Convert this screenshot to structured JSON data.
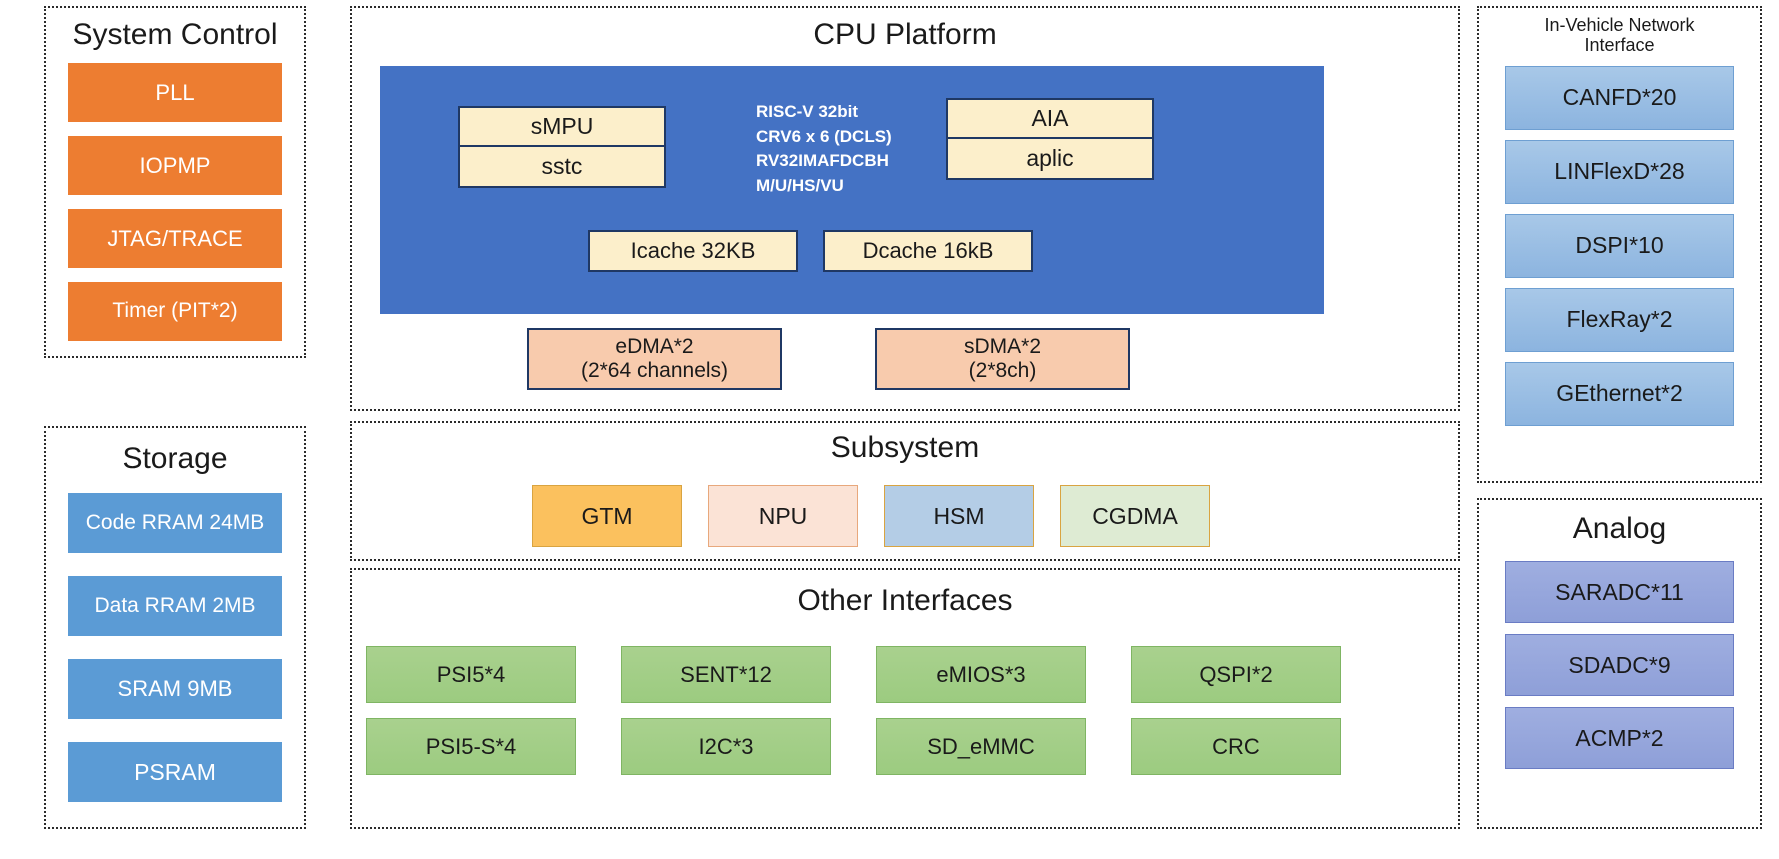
{
  "diagram": {
    "panels": {
      "system_control": {
        "title": "System Control",
        "blocks": [
          {
            "label": "PLL"
          },
          {
            "label": "IOPMP"
          },
          {
            "label": "JTAG/TRACE"
          },
          {
            "label": "Timer (PIT*2)"
          }
        ]
      },
      "storage": {
        "title": "Storage",
        "blocks": [
          {
            "label": "Code RRAM 24MB"
          },
          {
            "label": "Data RRAM 2MB"
          },
          {
            "label": "SRAM 9MB"
          },
          {
            "label": "PSRAM"
          }
        ]
      },
      "cpu_platform": {
        "title": "CPU Platform",
        "core_spec": "RISC-V 32bit\nCRV6 x 6 (DCLS)\nRV32IMAFDCBH\nM/U/HS/VU",
        "left_stack": [
          {
            "label": "sMPU"
          },
          {
            "label": "sstc"
          }
        ],
        "right_stack": [
          {
            "label": "AIA"
          },
          {
            "label": "aplic"
          }
        ],
        "caches": [
          {
            "label": "Icache 32KB"
          },
          {
            "label": "Dcache 16kB"
          }
        ],
        "dma": [
          {
            "line1": "eDMA*2",
            "line2": "(2*64 channels)"
          },
          {
            "line1": "sDMA*2",
            "line2": "(2*8ch)"
          }
        ]
      },
      "subsystem": {
        "title": "Subsystem",
        "blocks": [
          {
            "label": "GTM",
            "style": "amber"
          },
          {
            "label": "NPU",
            "style": "blush"
          },
          {
            "label": "HSM",
            "style": "sky"
          },
          {
            "label": "CGDMA",
            "style": "mint"
          }
        ]
      },
      "other_interfaces": {
        "title": "Other Interfaces",
        "row1": [
          {
            "label": "PSI5*4"
          },
          {
            "label": "SENT*12"
          },
          {
            "label": "eMIOS*3"
          },
          {
            "label": "QSPI*2"
          }
        ],
        "row2": [
          {
            "label": "PSI5-S*4"
          },
          {
            "label": "I2C*3"
          },
          {
            "label": "SD_eMMC"
          },
          {
            "label": "CRC"
          }
        ]
      },
      "in_vehicle_network": {
        "title": "In-Vehicle Network Interface",
        "blocks": [
          {
            "label": "CANFD*20"
          },
          {
            "label": "LINFlexD*28"
          },
          {
            "label": "DSPI*10"
          },
          {
            "label": "FlexRay*2"
          },
          {
            "label": "GEthernet*2"
          }
        ]
      },
      "analog": {
        "title": "Analog",
        "blocks": [
          {
            "label": "SARADC*11"
          },
          {
            "label": "SDADC*9"
          },
          {
            "label": "ACMP*2"
          }
        ]
      }
    },
    "colors": {
      "system_control_block": "#ED7D31",
      "storage_block": "#5B9BD5",
      "cpu_core": "#4472C4",
      "cpu_sub_block": "#FCEFCB",
      "dma_block": "#F8CBAD",
      "other_interface_block": "#A9D18E",
      "network_block": "#A8C8E8",
      "analog_block": "#9FAEE0",
      "panel_border": "#2B2B2B"
    }
  }
}
